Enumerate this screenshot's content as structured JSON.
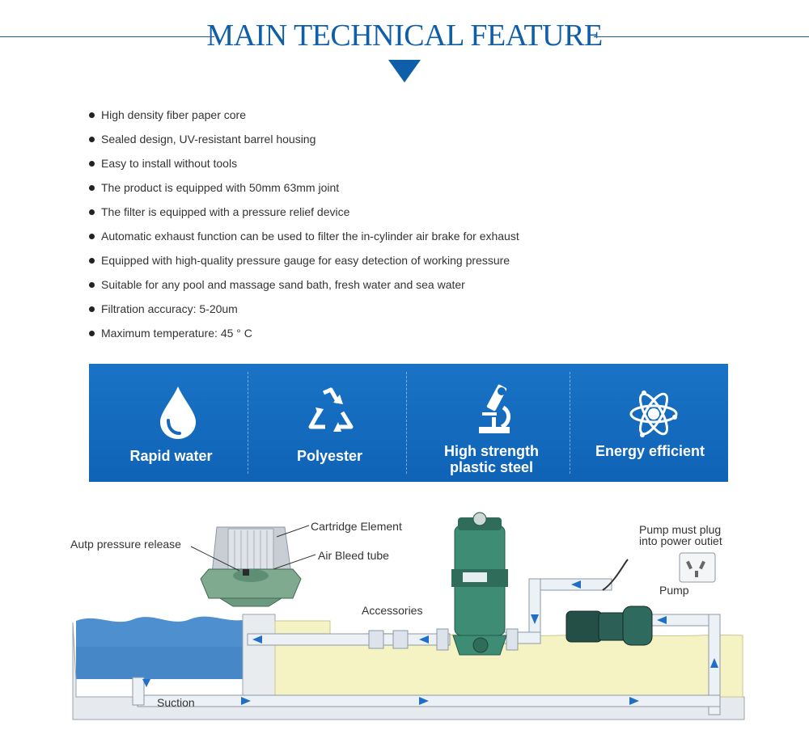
{
  "header": {
    "title": "MAIN TECHNICAL FEATURE"
  },
  "features": [
    "High density fiber paper core",
    "Sealed design, UV-resistant barrel housing",
    "Easy to install without tools",
    "The product is equipped with 50mm 63mm joint",
    "The filter is equipped with a pressure relief device",
    "Automatic exhaust function can be used to filter the in-cylinder air brake for exhaust",
    "Equipped with high-quality pressure gauge for easy detection of working pressure",
    "Suitable for any pool and massage sand bath, fresh water and sea water",
    "Filtration accuracy: 5-20um",
    "Maximum temperature: 45 ° C"
  ],
  "highlights": [
    {
      "label": "Rapid water",
      "icon": "water-drop-icon"
    },
    {
      "label": "Polyester",
      "icon": "recycle-icon"
    },
    {
      "label_line1": "High strength",
      "label_line2": "plastic steel",
      "icon": "microscope-icon"
    },
    {
      "label": "Energy efficient",
      "icon": "atom-icon"
    }
  ],
  "diagram": {
    "cartridge_element": "Cartridge Element",
    "auto_pressure_release": "Autp pressure release",
    "air_bleed_tube": "Air Bleed tube",
    "accessories": "Accessories",
    "pump_plug_line1": "Pump must plug",
    "pump_plug_line2": "into power outiet",
    "pump": "Pump",
    "suction": "Suction"
  },
  "colors": {
    "title_blue": "#0f5ea9",
    "band_blue": "#1569bd",
    "water_blue": "#4d8fcf",
    "sand": "#f5f3c4"
  }
}
